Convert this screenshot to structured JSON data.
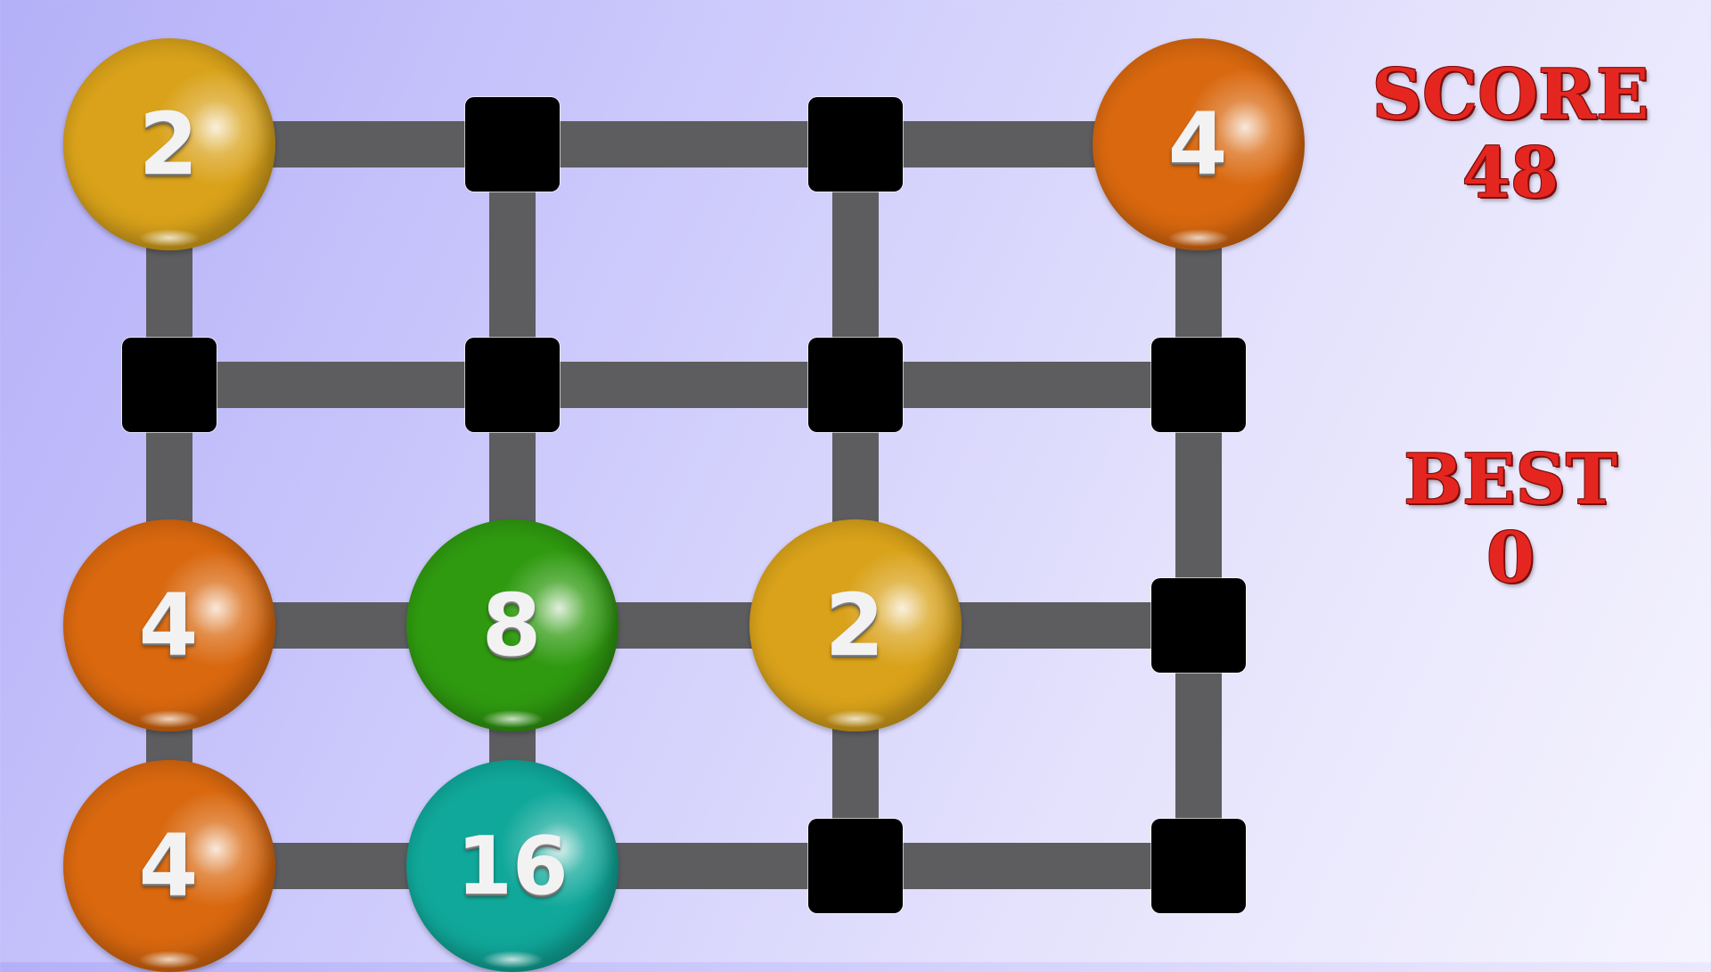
{
  "score": {
    "label": "SCORE",
    "value": "48"
  },
  "best": {
    "label": "BEST",
    "value": "0"
  },
  "board": {
    "rows": 4,
    "cols": 4,
    "cells": [
      [
        "2",
        "",
        "",
        "4"
      ],
      [
        "",
        "",
        "",
        ""
      ],
      [
        "4",
        "8",
        "2",
        ""
      ],
      [
        "4",
        "16",
        "",
        ""
      ]
    ]
  },
  "colors": {
    "2": "#d9a21a",
    "4": "#d9680f",
    "8": "#2f9a10",
    "16": "#10a89a",
    "track": "#5d5d60",
    "node": "#000000",
    "panel_text": "#e52620"
  }
}
